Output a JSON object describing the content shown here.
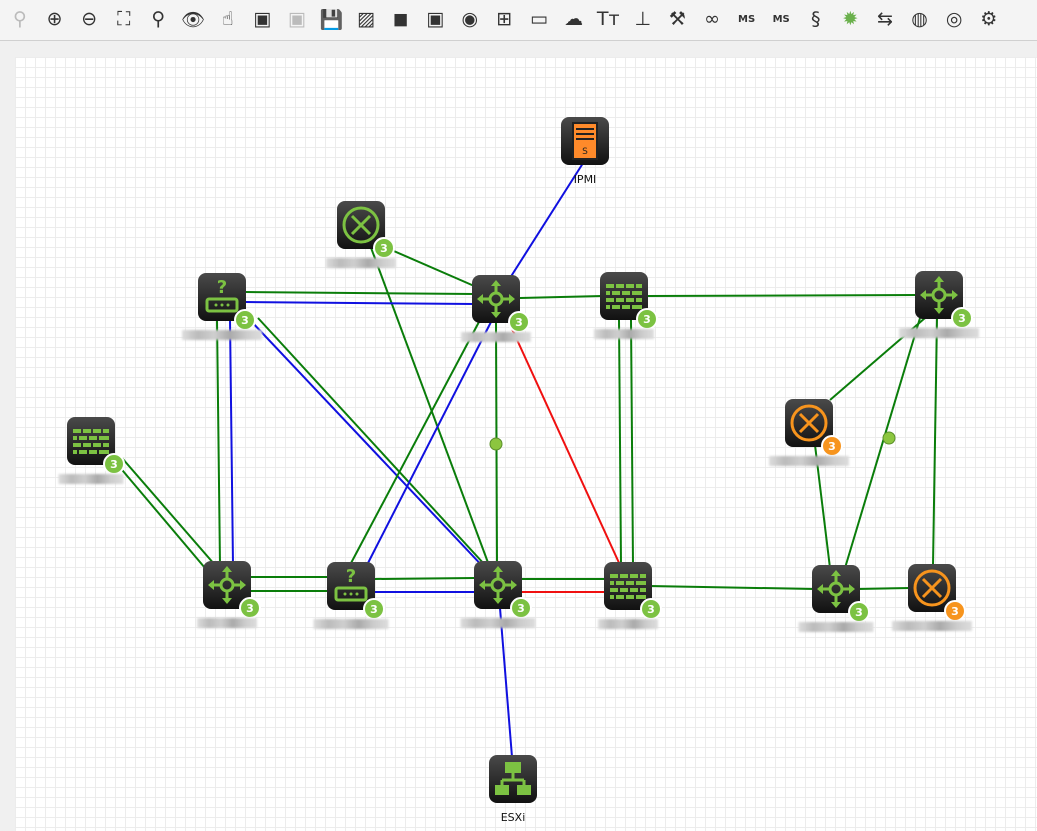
{
  "toolbar": {
    "icons": [
      {
        "name": "zoom-reset-icon",
        "glyph": "⚲",
        "disabled": true
      },
      {
        "name": "zoom-in-icon",
        "glyph": "⊕"
      },
      {
        "name": "zoom-out-icon",
        "glyph": "⊖"
      },
      {
        "name": "zoom-fit-icon",
        "glyph": "⛶"
      },
      {
        "name": "search-icon",
        "glyph": "⚲"
      },
      {
        "name": "eye-icon",
        "glyph": "👁"
      },
      {
        "name": "hand-pan-icon",
        "glyph": "☝"
      },
      {
        "name": "add-image-icon",
        "glyph": "▣"
      },
      {
        "name": "remove-image-icon",
        "glyph": "▣",
        "disabled": true
      },
      {
        "name": "save-icon",
        "glyph": "💾"
      },
      {
        "name": "image-icon",
        "glyph": "▨"
      },
      {
        "name": "background-icon",
        "glyph": "◼"
      },
      {
        "name": "select-square-icon",
        "glyph": "▣"
      },
      {
        "name": "select-circle-icon",
        "glyph": "◉"
      },
      {
        "name": "hierarchy-layout-icon",
        "glyph": "⊞"
      },
      {
        "name": "add-device-icon",
        "glyph": "▭"
      },
      {
        "name": "add-cloud-icon",
        "glyph": "☁"
      },
      {
        "name": "text-icon",
        "glyph": "Tт"
      },
      {
        "name": "add-link-icon",
        "glyph": "⊥"
      },
      {
        "name": "link-tool-icon",
        "glyph": "⚒"
      },
      {
        "name": "binoculars-icon",
        "glyph": "∞"
      },
      {
        "name": "ms-select-icon",
        "glyph": "MS"
      },
      {
        "name": "ms-settings-icon",
        "glyph": "MS"
      },
      {
        "name": "script-icon",
        "glyph": "§"
      },
      {
        "name": "refresh-gear-icon",
        "glyph": "✹",
        "green": true
      },
      {
        "name": "swap-windows-icon",
        "glyph": "⇆"
      },
      {
        "name": "monitor-icon",
        "glyph": "◍"
      },
      {
        "name": "globe-icon",
        "glyph": "◎"
      },
      {
        "name": "settings-icon",
        "glyph": "⚙"
      }
    ]
  },
  "colors": {
    "green": "#0a7d0a",
    "blue": "#1010e0",
    "red": "#f01010",
    "accent": "#7cc242",
    "orange": "#f7941d"
  },
  "nodes": [
    {
      "id": "ipmi",
      "type": "server",
      "label": "IPMI"
    },
    {
      "id": "r1",
      "type": "router",
      "badge": "3"
    },
    {
      "id": "unk1",
      "type": "unknown",
      "badge": "3"
    },
    {
      "id": "swA",
      "type": "switch",
      "badge": "3"
    },
    {
      "id": "fw1",
      "type": "firewall",
      "badge": "3"
    },
    {
      "id": "swR",
      "type": "switch",
      "badge": "3"
    },
    {
      "id": "fwL",
      "type": "firewall",
      "badge": "3"
    },
    {
      "id": "orM",
      "type": "router-orange",
      "badge": "3"
    },
    {
      "id": "swBL",
      "type": "switch",
      "badge": "3"
    },
    {
      "id": "unk2",
      "type": "unknown",
      "badge": "3"
    },
    {
      "id": "swC",
      "type": "switch",
      "badge": "3"
    },
    {
      "id": "fwB",
      "type": "firewall",
      "badge": "3"
    },
    {
      "id": "swRB",
      "type": "switch",
      "badge": "3"
    },
    {
      "id": "orB",
      "type": "router-orange",
      "badge": "3"
    },
    {
      "id": "esxi",
      "type": "host",
      "label": "ESXi"
    }
  ]
}
